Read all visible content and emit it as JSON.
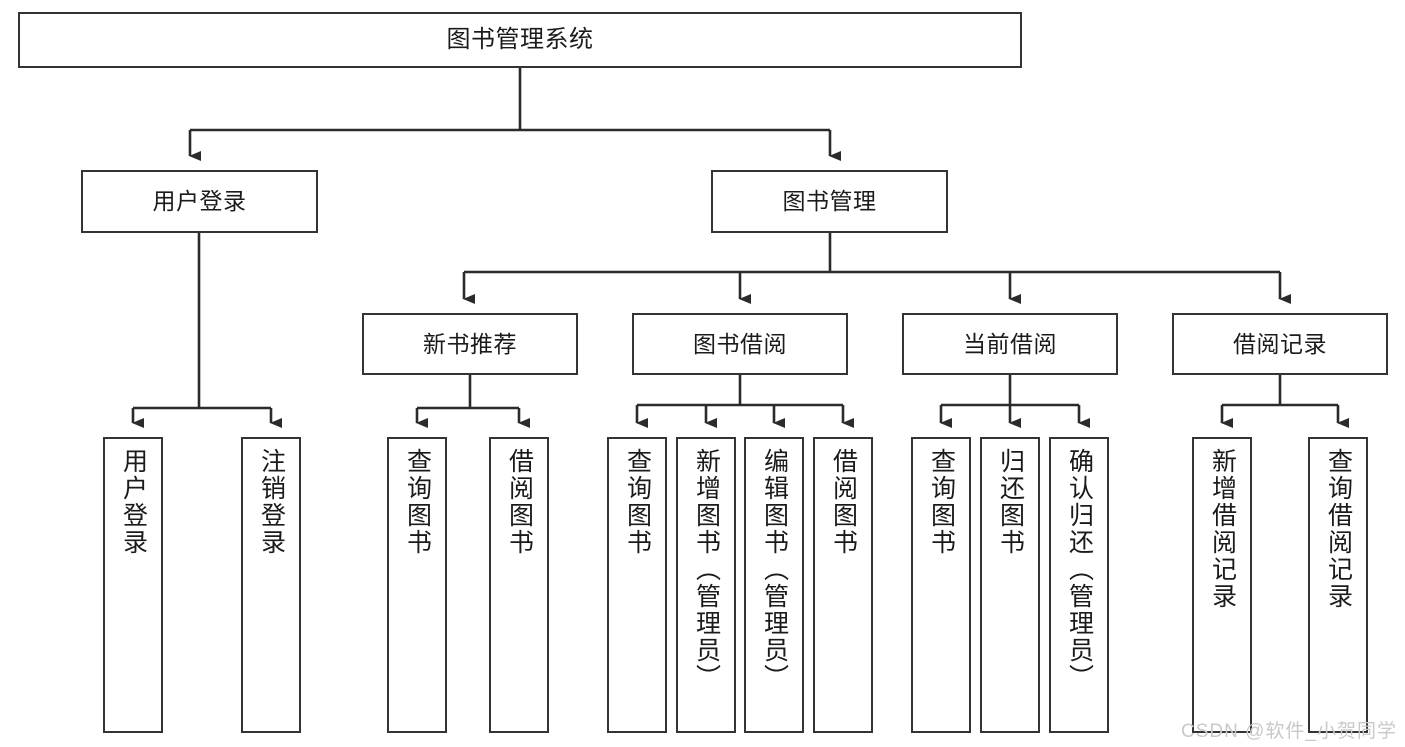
{
  "diagram": {
    "type": "tree",
    "title": "图书管理系统",
    "colors": {
      "box_border": "#343434",
      "box_fill": "#ffffff",
      "connector": "#2b2b2b",
      "text": "#1b1b1b",
      "watermark": "#c9c9c9",
      "background": "#ffffff"
    },
    "watermark": "CSDN @软件_小贺同学",
    "levels": [
      {
        "level": 1,
        "nodes": [
          {
            "id": "root",
            "label": "图书管理系统",
            "orientation": "horizontal"
          }
        ]
      },
      {
        "level": 2,
        "nodes": [
          {
            "id": "user-login",
            "label": "用户登录",
            "orientation": "horizontal",
            "parent": "root"
          },
          {
            "id": "book-manage",
            "label": "图书管理",
            "orientation": "horizontal",
            "parent": "root"
          }
        ]
      },
      {
        "level": 3,
        "nodes": [
          {
            "id": "new-book-recommend",
            "label": "新书推荐",
            "orientation": "horizontal",
            "parent": "book-manage"
          },
          {
            "id": "book-borrow",
            "label": "图书借阅",
            "orientation": "horizontal",
            "parent": "book-manage"
          },
          {
            "id": "current-borrow",
            "label": "当前借阅",
            "orientation": "horizontal",
            "parent": "book-manage"
          },
          {
            "id": "borrow-record",
            "label": "借阅记录",
            "orientation": "horizontal",
            "parent": "book-manage"
          }
        ]
      },
      {
        "level": 4,
        "nodes": [
          {
            "id": "leaf-user-login",
            "label": "用户登录",
            "orientation": "vertical",
            "parent": "user-login"
          },
          {
            "id": "leaf-logout-login",
            "label": "注销登录",
            "orientation": "vertical",
            "parent": "user-login"
          },
          {
            "id": "leaf-query-book-1",
            "label": "查询图书",
            "orientation": "vertical",
            "parent": "new-book-recommend"
          },
          {
            "id": "leaf-borrow-book-1",
            "label": "借阅图书",
            "orientation": "vertical",
            "parent": "new-book-recommend"
          },
          {
            "id": "leaf-query-book-2",
            "label": "查询图书",
            "orientation": "vertical",
            "parent": "book-borrow"
          },
          {
            "id": "leaf-add-book",
            "label": "新增图书（管理员）",
            "orientation": "vertical",
            "parent": "book-borrow"
          },
          {
            "id": "leaf-edit-book",
            "label": "编辑图书（管理员）",
            "orientation": "vertical",
            "parent": "book-borrow"
          },
          {
            "id": "leaf-borrow-book-2",
            "label": "借阅图书",
            "orientation": "vertical",
            "parent": "book-borrow"
          },
          {
            "id": "leaf-query-book-3",
            "label": "查询图书",
            "orientation": "vertical",
            "parent": "current-borrow"
          },
          {
            "id": "leaf-return-book",
            "label": "归还图书",
            "orientation": "vertical",
            "parent": "current-borrow"
          },
          {
            "id": "leaf-confirm-return",
            "label": "确认归还（管理员）",
            "orientation": "vertical",
            "parent": "current-borrow"
          },
          {
            "id": "leaf-add-record",
            "label": "新增借阅记录",
            "orientation": "vertical",
            "parent": "borrow-record"
          },
          {
            "id": "leaf-query-record",
            "label": "查询借阅记录",
            "orientation": "vertical",
            "parent": "borrow-record"
          }
        ]
      }
    ]
  }
}
